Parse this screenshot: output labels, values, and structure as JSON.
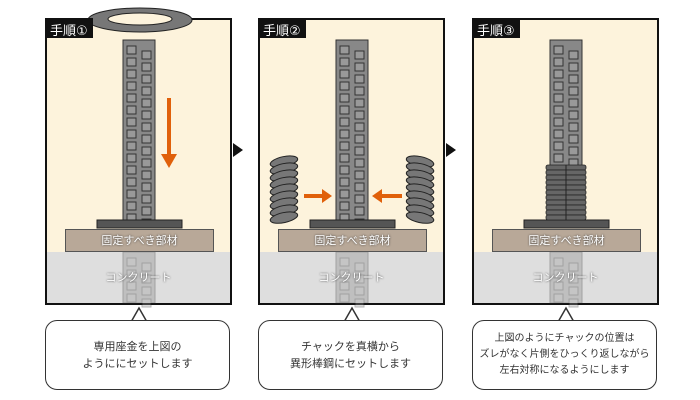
{
  "steps": [
    {
      "label": "手順①",
      "member": "固定すべき部材",
      "concrete": "コンクリート",
      "note_lines": [
        "専用座金を上図の",
        "ようににセットします"
      ]
    },
    {
      "label": "手順②",
      "member": "固定すべき部材",
      "concrete": "コンクリート",
      "note_lines": [
        "チャックを真横から",
        "異形棒鋼にセットします"
      ]
    },
    {
      "label": "手順③",
      "member": "固定すべき部材",
      "concrete": "コンクリート",
      "note_lines": [
        "上図のようにチャックの位置は",
        "ズレがなく片側をひっくり返しながら",
        "左右対称になるようにします"
      ]
    }
  ],
  "colors": {
    "arrow": "#e0600a",
    "panel_bg": "#fdf3dc",
    "rebar": "#888888"
  }
}
